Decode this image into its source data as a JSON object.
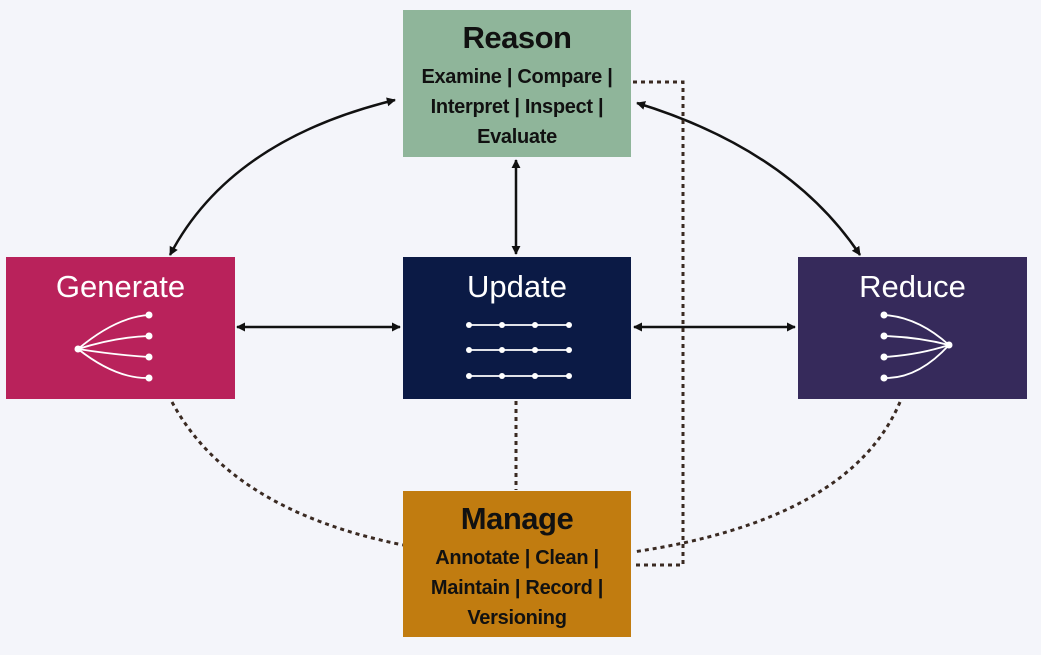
{
  "nodes": {
    "reason": {
      "title": "Reason",
      "subtitle": "Examine | Compare | Interpret | Inspect | Evaluate",
      "color": "#8fb59a"
    },
    "generate": {
      "title": "Generate",
      "color": "#b9225b"
    },
    "update": {
      "title": "Update",
      "color": "#0b1a45"
    },
    "reduce": {
      "title": "Reduce",
      "color": "#362a5b"
    },
    "manage": {
      "title": "Manage",
      "subtitle": "Annotate | Clean | Maintain | Record | Versioning",
      "color": "#c17c10"
    }
  },
  "connections": {
    "solid_bidirectional": [
      [
        "reason",
        "generate"
      ],
      [
        "reason",
        "reduce"
      ],
      [
        "reason",
        "update"
      ],
      [
        "generate",
        "update"
      ],
      [
        "update",
        "reduce"
      ]
    ],
    "dotted": [
      [
        "manage",
        "generate"
      ],
      [
        "manage",
        "update"
      ],
      [
        "manage",
        "reduce"
      ],
      [
        "manage",
        "reason"
      ]
    ]
  },
  "colors": {
    "background": "#f4f5fa",
    "arrow": "#111111",
    "dotted": "#3a2a22"
  }
}
